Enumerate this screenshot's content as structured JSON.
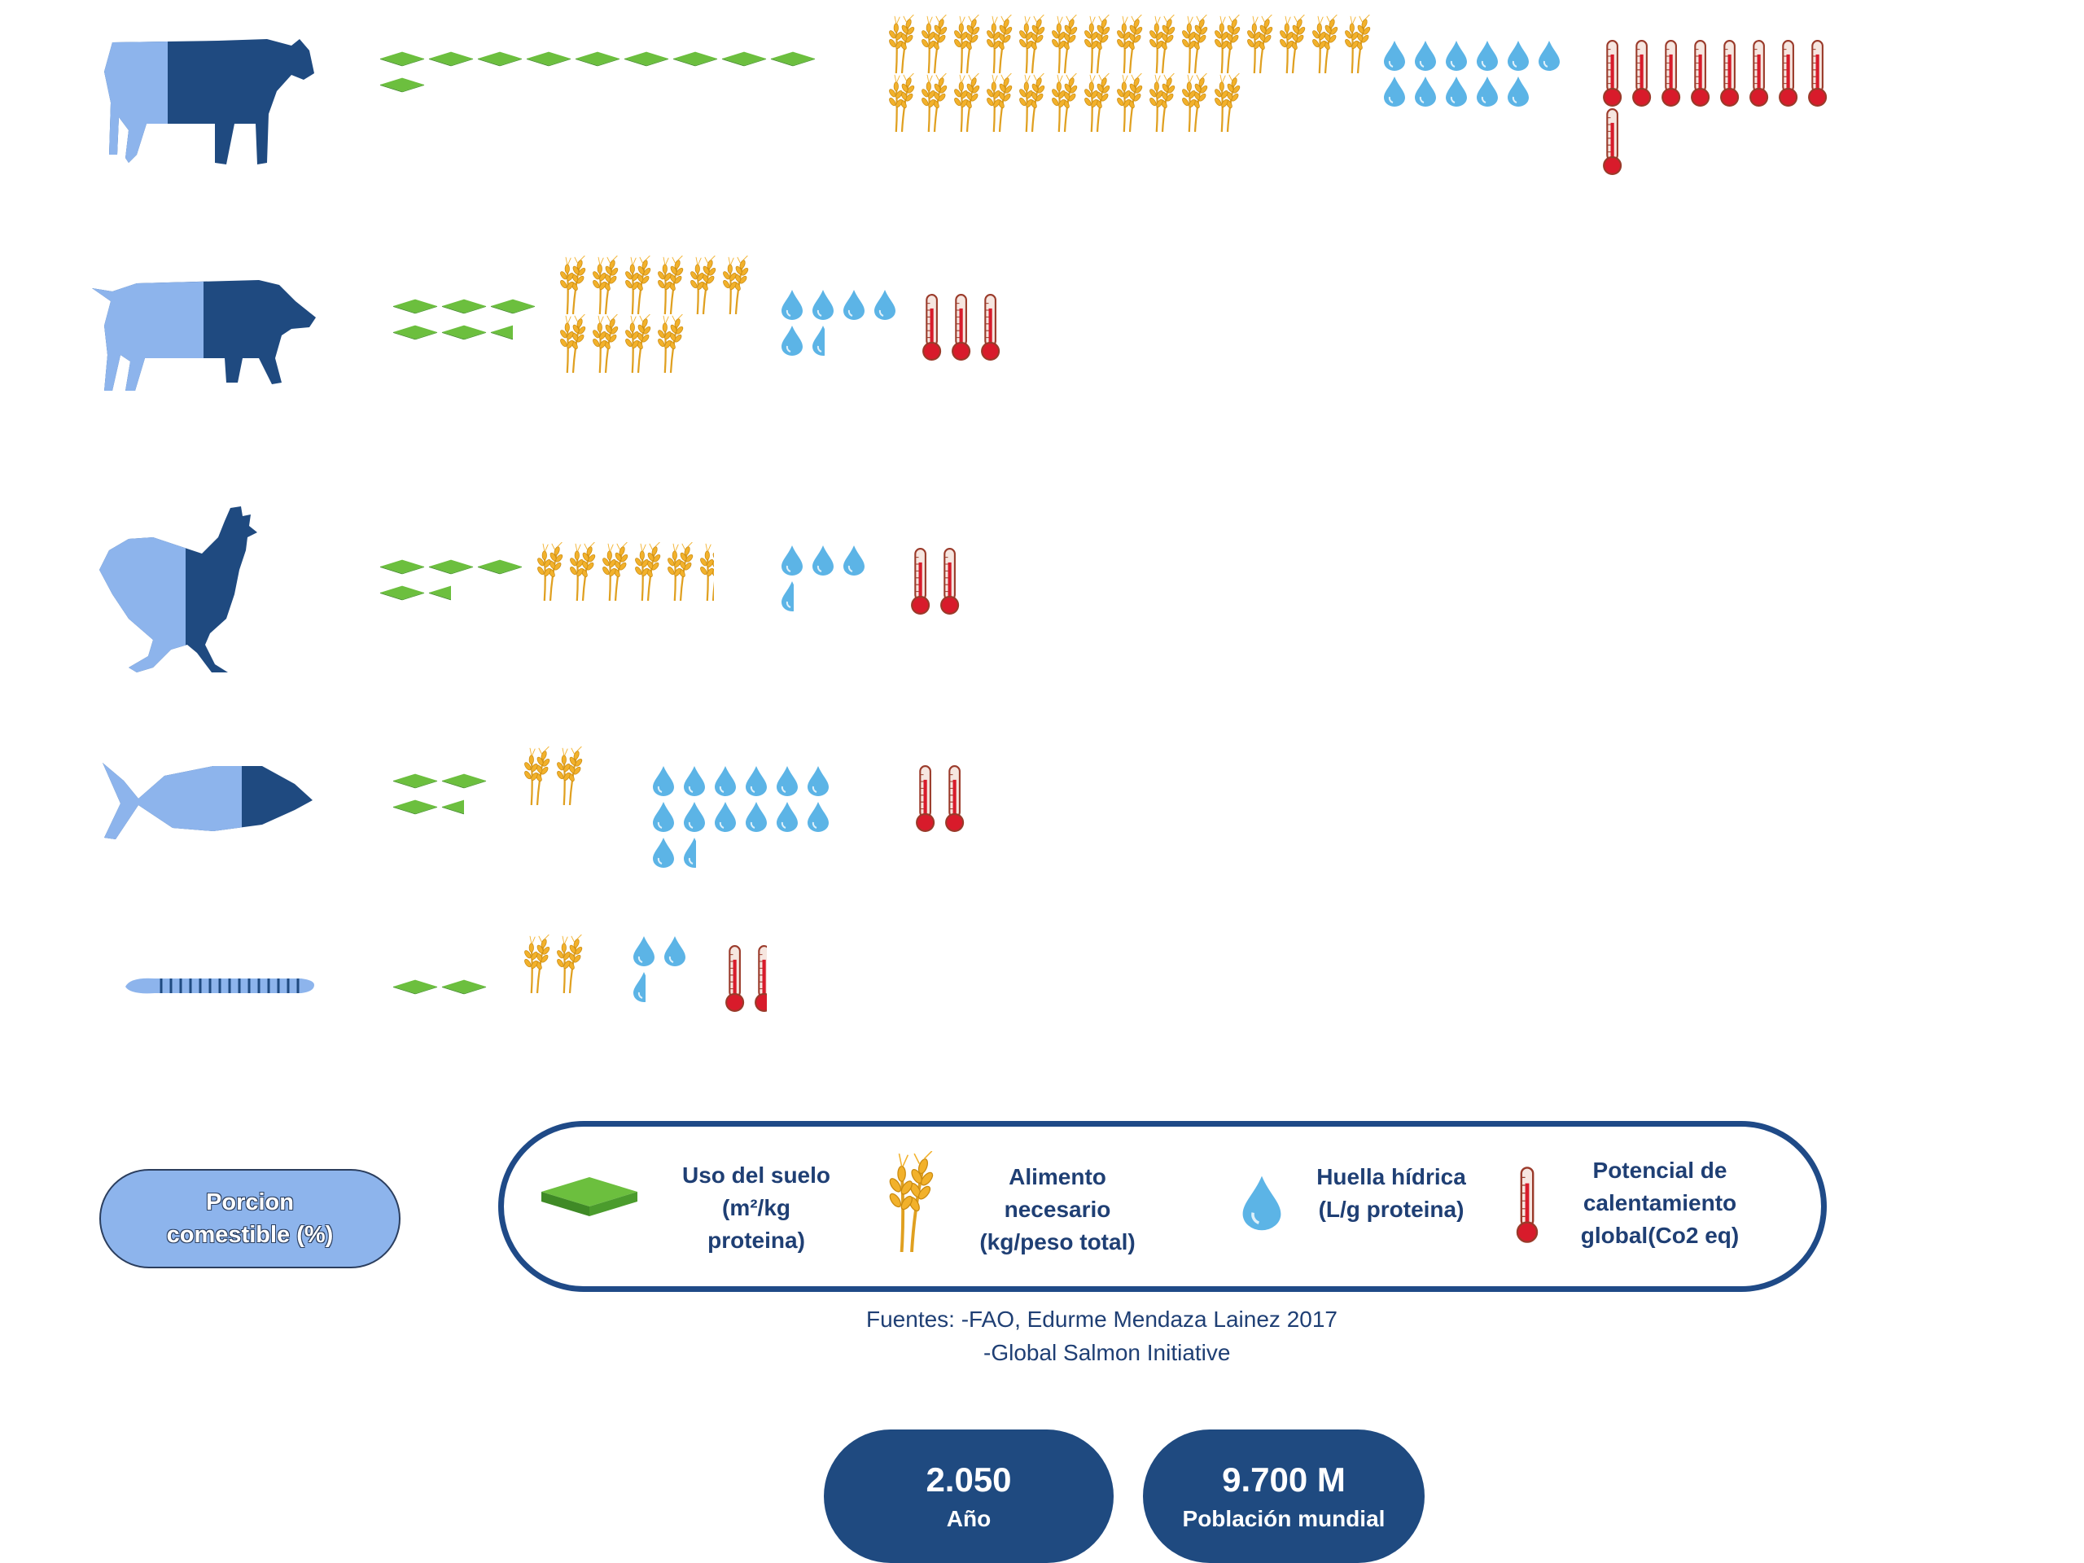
{
  "colors": {
    "light_blue": "#8db4ec",
    "dark_blue": "#1f4a80",
    "land_green": "#5aa83a",
    "grain_gold": "#f2b12b",
    "water_blue": "#5cb4e6",
    "thermo_red": "#d81b2b",
    "text": "#1f3f74"
  },
  "rows": [
    {
      "animal": "cow-icon",
      "edible_fraction": 0.3,
      "land": 10,
      "feed": 26,
      "water": 11,
      "co2": 9
    },
    {
      "animal": "pig-icon",
      "edible_fraction": 0.5,
      "land": 5.5,
      "feed": 10,
      "water": 5.5,
      "co2": 3
    },
    {
      "animal": "chicken-icon",
      "edible_fraction": 0.55,
      "land": 4.5,
      "feed": 5.5,
      "water": 3.5,
      "co2": 2
    },
    {
      "animal": "fish-icon",
      "edible_fraction": 0.68,
      "land": 3.5,
      "feed": 2,
      "water": 13.5,
      "co2": 2
    },
    {
      "animal": "mealworm-icon",
      "edible_fraction": 1.0,
      "land": 2,
      "feed": 2,
      "water": 2.5,
      "co2": 1.5
    }
  ],
  "legend": {
    "porcion": "Porcion comestible (%)",
    "items": [
      {
        "icon": "land-icon",
        "line1": "Uso del suelo",
        "line2": "(m²/kg",
        "line3": "proteina)"
      },
      {
        "icon": "wheat-icon",
        "line1": "Alimento",
        "line2": "necesario",
        "line3": "(kg/peso total)"
      },
      {
        "icon": "water-drop-icon",
        "line1": "Huella hídrica",
        "line2": "(L/g proteina)"
      },
      {
        "icon": "thermometer-icon",
        "line1": "Potencial de",
        "line2": "calentamiento",
        "line3": "global(Co2 eq)"
      }
    ]
  },
  "sources": {
    "line1": "Fuentes:  -FAO, Edurme Mendaza Lainez 2017",
    "line2": "-Global Salmon Initiative"
  },
  "stats": [
    {
      "value": "2.050",
      "label": "Año"
    },
    {
      "value": "9.700 M",
      "label": "Población mundial"
    }
  ]
}
